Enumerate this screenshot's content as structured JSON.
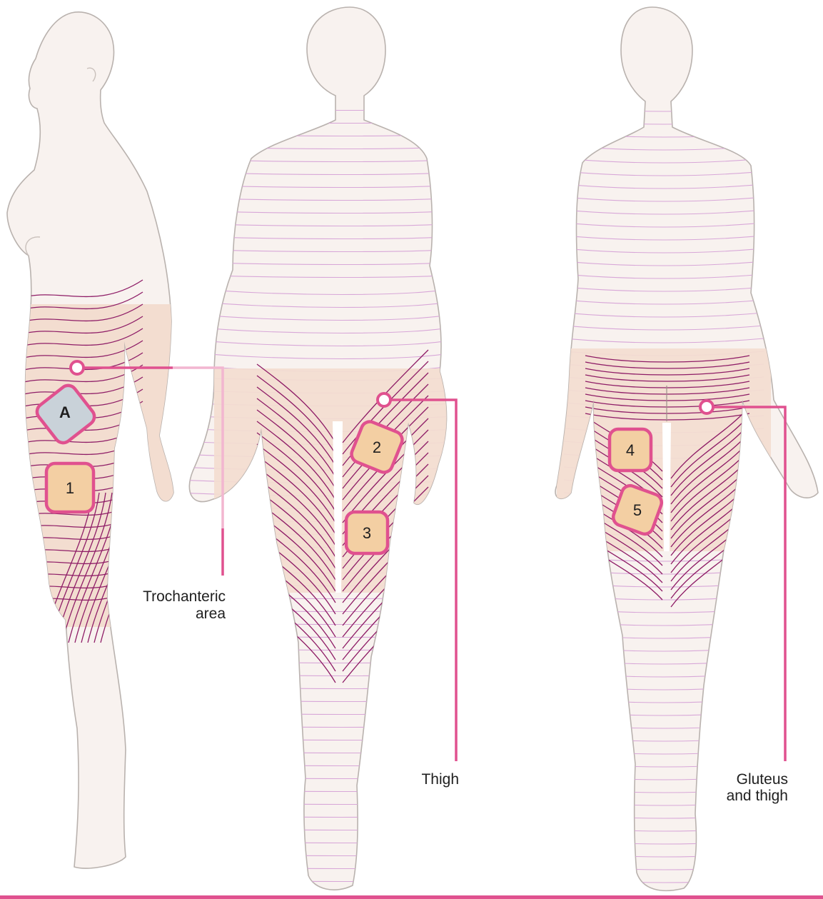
{
  "labels": {
    "trochanteric_line1": "Trochanteric",
    "trochanteric_line2": "area",
    "thigh": "Thigh",
    "gluteus_line1": "Gluteus",
    "gluteus_line2": "and thigh"
  },
  "markers": {
    "a": "A",
    "m1": "1",
    "m2": "2",
    "m3": "3",
    "m4": "4",
    "m5": "5"
  },
  "colors": {
    "accent": "#e0518f",
    "skin": "#f8f2ef",
    "tint": "#f3ddd0",
    "line_light": "#d8a7d8",
    "line_dark": "#8e1c66",
    "square_fill": "#f3cfa3",
    "square_a_fill": "#c9d2d9"
  }
}
